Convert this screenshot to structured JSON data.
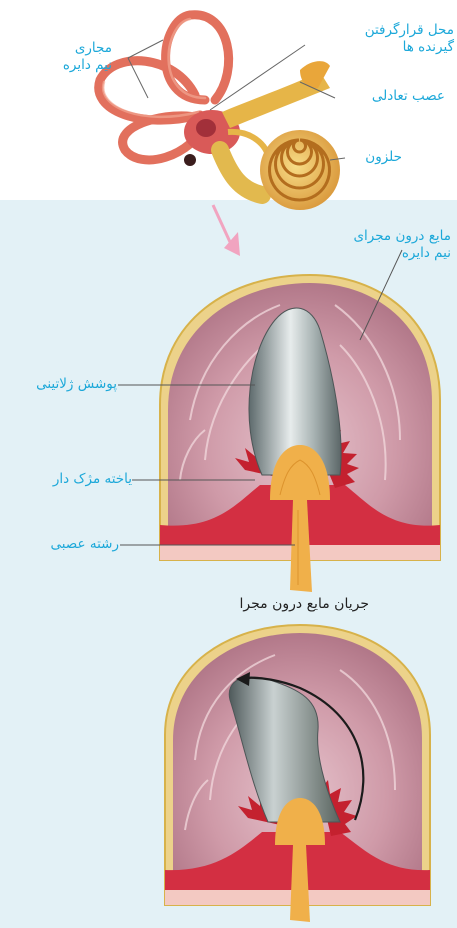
{
  "labels": {
    "semicircular_canals": [
      "مجاری",
      "نیم دایره"
    ],
    "receptor_location": [
      "محل قرارگرفتن",
      "گیرنده ها"
    ],
    "vestibular_nerve": "عصب تعادلی",
    "cochlea": "حلزون",
    "canal_fluid": [
      "مایع درون مجرای",
      "نیم دایره"
    ],
    "gelatinous_cover": "پوشش ژلاتینی",
    "hair_cell": "یاخته مژک دار",
    "nerve_fiber": "رشته عصبی",
    "fluid_flow": "جریان مایع درون مجرا"
  },
  "colors": {
    "label_text": "#1ca8d9",
    "caption_text": "#222222",
    "background_lower": "#e3f1f6",
    "canal_red": "#e2705d",
    "cochlea_yellow": "#e6b548",
    "tissue_pink": "#cf9aa8",
    "cupula_gray": "#8f9b9c",
    "base_red": "#d32f42",
    "nerve_orange": "#f0b04a"
  }
}
